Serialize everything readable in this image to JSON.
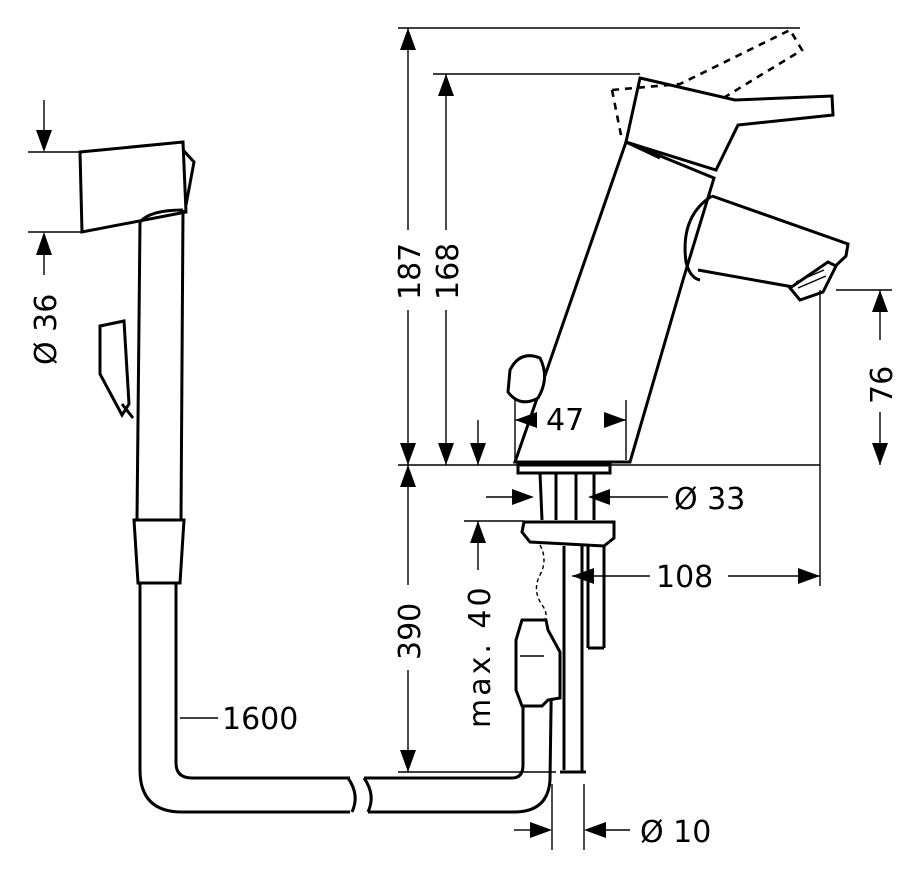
{
  "dimensions": {
    "d36": "Ø 36",
    "h187": "187",
    "h168": "168",
    "w47": "47",
    "h76": "76",
    "d33": "Ø 33",
    "l108": "108",
    "h390": "390",
    "max40": "max. 40",
    "hose1600": "1600",
    "d10": "Ø 10"
  }
}
